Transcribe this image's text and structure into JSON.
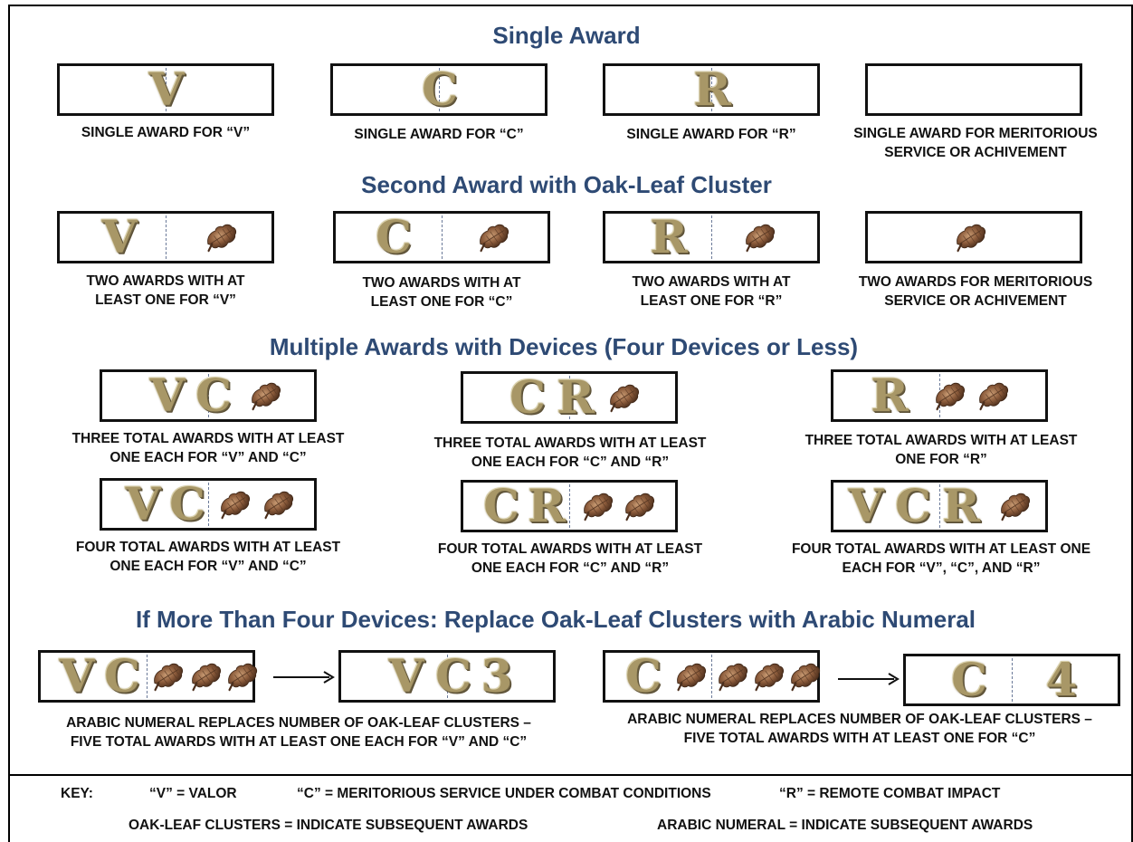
{
  "sections": {
    "single": "Single Award",
    "second": "Second Award with Oak-Leaf Cluster",
    "multiple": "Multiple Awards with Devices (Four Devices or Less)",
    "more": "If More Than Four Devices:  Replace Oak-Leaf Clusters with Arabic Numeral"
  },
  "captions": {
    "single_v": "SINGLE AWARD FOR “V”",
    "single_c": "SINGLE AWARD FOR “C”",
    "single_r": "SINGLE AWARD FOR “R”",
    "single_m": "SINGLE AWARD  FOR MERITORIOUS\nSERVICE OR ACHIVEMENT",
    "second_v": "TWO AWARDS WITH AT\nLEAST ONE FOR “V”",
    "second_c": "TWO AWARDS WITH AT\nLEAST ONE FOR “C”",
    "second_r": "TWO AWARDS WITH AT\nLEAST ONE FOR “R”",
    "second_m": "TWO AWARDS FOR MERITORIOUS\nSERVICE OR ACHIVEMENT",
    "three_vc": "THREE TOTAL AWARDS WITH AT LEAST\nONE EACH FOR “V” AND “C”",
    "three_cr": "THREE TOTAL AWARDS WITH AT LEAST\nONE EACH FOR “C” AND “R”",
    "three_r": "THREE TOTAL AWARDS WITH AT LEAST\nONE FOR “R”",
    "four_vc": "FOUR TOTAL AWARDS WITH AT LEAST\nONE EACH FOR “V” AND “C”",
    "four_cr": "FOUR TOTAL AWARDS WITH AT LEAST\nONE EACH FOR “C” AND “R”",
    "four_vcr": "FOUR TOTAL AWARDS WITH AT LEAST ONE\nEACH FOR “V”, “C”, AND “R”",
    "five_vc": "ARABIC NUMERAL REPLACES NUMBER OF OAK-LEAF CLUSTERS –\nFIVE TOTAL AWARDS WITH AT LEAST ONE EACH FOR “V” AND “C”",
    "five_c": "ARABIC NUMERAL REPLACES NUMBER OF OAK-LEAF CLUSTERS –\nFIVE TOTAL AWARDS WITH AT LEAST ONE FOR  “C”"
  },
  "devices": {
    "v": "V",
    "c": "C",
    "r": "R",
    "numeral_3": "3",
    "numeral_4": "4"
  },
  "key": {
    "label": "KEY:",
    "v": "“V” = VALOR",
    "c": "“C” = MERITORIOUS SERVICE UNDER COMBAT CONDITIONS",
    "r": "“R” = REMOTE COMBAT IMPACT",
    "olc": "OAK-LEAF CLUSTERS  = INDICATE SUBSEQUENT AWARDS",
    "numeral": "ARABIC NUMERAL = INDICATE SUBSEQUENT AWARDS"
  },
  "colors": {
    "title": "#2e4a74",
    "device_bronze": "#a89767",
    "oak_leaf": "#8a5a3a"
  }
}
